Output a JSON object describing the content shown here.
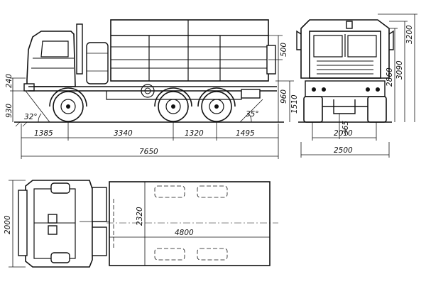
{
  "side_view": {
    "wheelbase_front": "1385",
    "wheelbase_mid": "3340",
    "bogie": "1320",
    "rear_overhang": "1495",
    "overall_length": "7650",
    "bumper_height": "240",
    "frame_height": "930",
    "approach_angle": "32°",
    "departure_angle": "35°",
    "side_height": "500",
    "platform_height": "960",
    "deck_height": "1510"
  },
  "front_view": {
    "track": "2010",
    "overall_width": "2500",
    "clearance": "365",
    "cab_height": "2860",
    "height_2": "3090",
    "height_3": "3200"
  },
  "plan_view": {
    "cab_width": "2000",
    "body_width": "2320",
    "body_length": "4800"
  }
}
